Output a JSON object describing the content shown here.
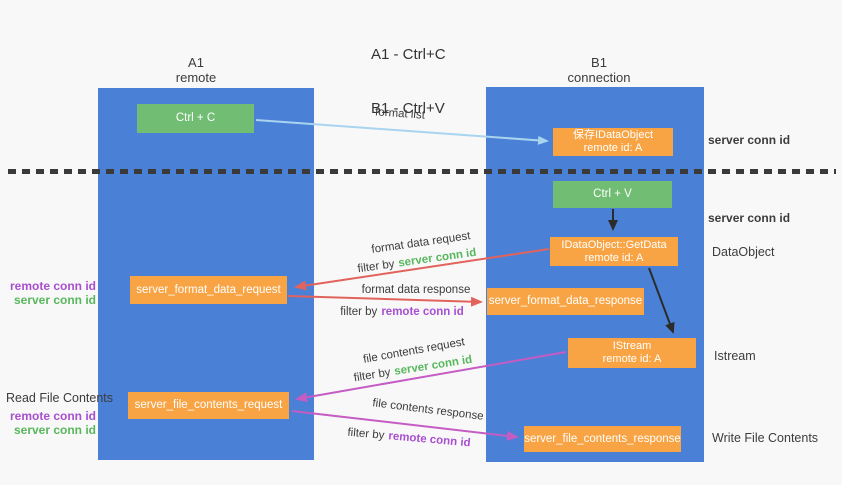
{
  "title": {
    "line1": "A1 - Ctrl+C",
    "line2": "B1 - Ctrl+V"
  },
  "lanes": {
    "left": {
      "name": "A1",
      "role": "remote"
    },
    "right": {
      "name": "B1",
      "role": "connection"
    }
  },
  "nodes": {
    "ctrl_c": {
      "label": "Ctrl + C"
    },
    "save_dataobject": {
      "line1": "保存IDataObject",
      "line2": "remote id: A"
    },
    "ctrl_v": {
      "label": "Ctrl + V"
    },
    "getdata": {
      "line1": "IDataObject::GetData",
      "line2": "remote id: A"
    },
    "server_format_data_request": {
      "label": "server_format_data_request"
    },
    "server_format_data_response": {
      "label": "server_format_data_response"
    },
    "istream": {
      "line1": "IStream",
      "line2": "remote id: A"
    },
    "server_file_contents_request": {
      "label": "server_file_contents_request"
    },
    "server_file_contents_response": {
      "label": "server_file_contents_response"
    }
  },
  "flow_labels": {
    "format_list": "format list",
    "format_data_request": "format data request",
    "format_data_response": "format data response",
    "file_contents_request": "file contents request",
    "file_contents_response": "file contents response",
    "filter_by": "filter by",
    "server_conn_id": "server conn id",
    "remote_conn_id": "remote conn id"
  },
  "side_labels": {
    "right_top_server_conn_id": "server conn id",
    "right_mid_server_conn_id": "server conn id",
    "dataobject": "DataObject",
    "istream": "Istream",
    "write_file_contents": "Write File Contents",
    "read_file_contents": "Read File Contents",
    "left_mid": {
      "remote_conn_id": "remote conn id",
      "server_conn_id": "server conn id"
    },
    "left_bottom": {
      "remote_conn_id": "remote conn id",
      "server_conn_id": "server conn id"
    }
  },
  "colors": {
    "lane_blue": "#4a80d5",
    "node_green": "#71bd73",
    "node_orange": "#f8a444",
    "arrow_red": "#e2635c",
    "arrow_magenta": "#c45cc4",
    "arrow_lightblue": "#a9d4f0",
    "arrow_black": "#2b2b2b",
    "label_green": "#58b75c",
    "label_purple": "#a84fd0"
  }
}
